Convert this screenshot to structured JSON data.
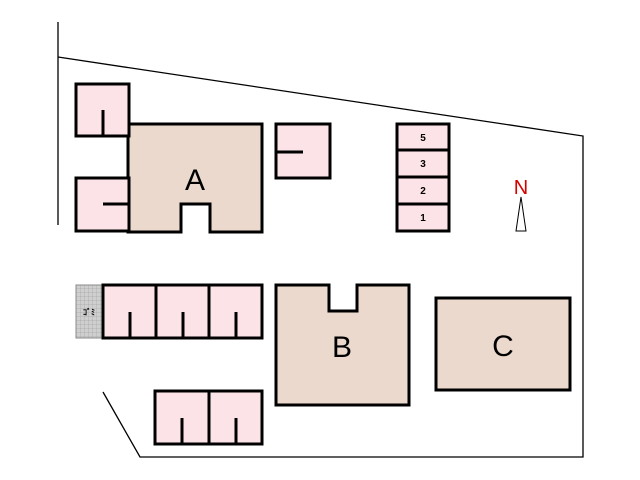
{
  "buildings": [
    {
      "id": "A",
      "label": "A"
    },
    {
      "id": "B",
      "label": "B"
    },
    {
      "id": "C",
      "label": "C"
    }
  ],
  "numbered_stalls": [
    "5",
    "3",
    "2",
    "1"
  ],
  "trash_station_label": "ｺﾞﾐ",
  "north_label": "N",
  "colors": {
    "building_fill": "#ead9cc",
    "stall_fill": "#fbe3e7",
    "trash_fill": "#cfcfcf",
    "north_color": "#d60000",
    "outline": "#000000"
  }
}
